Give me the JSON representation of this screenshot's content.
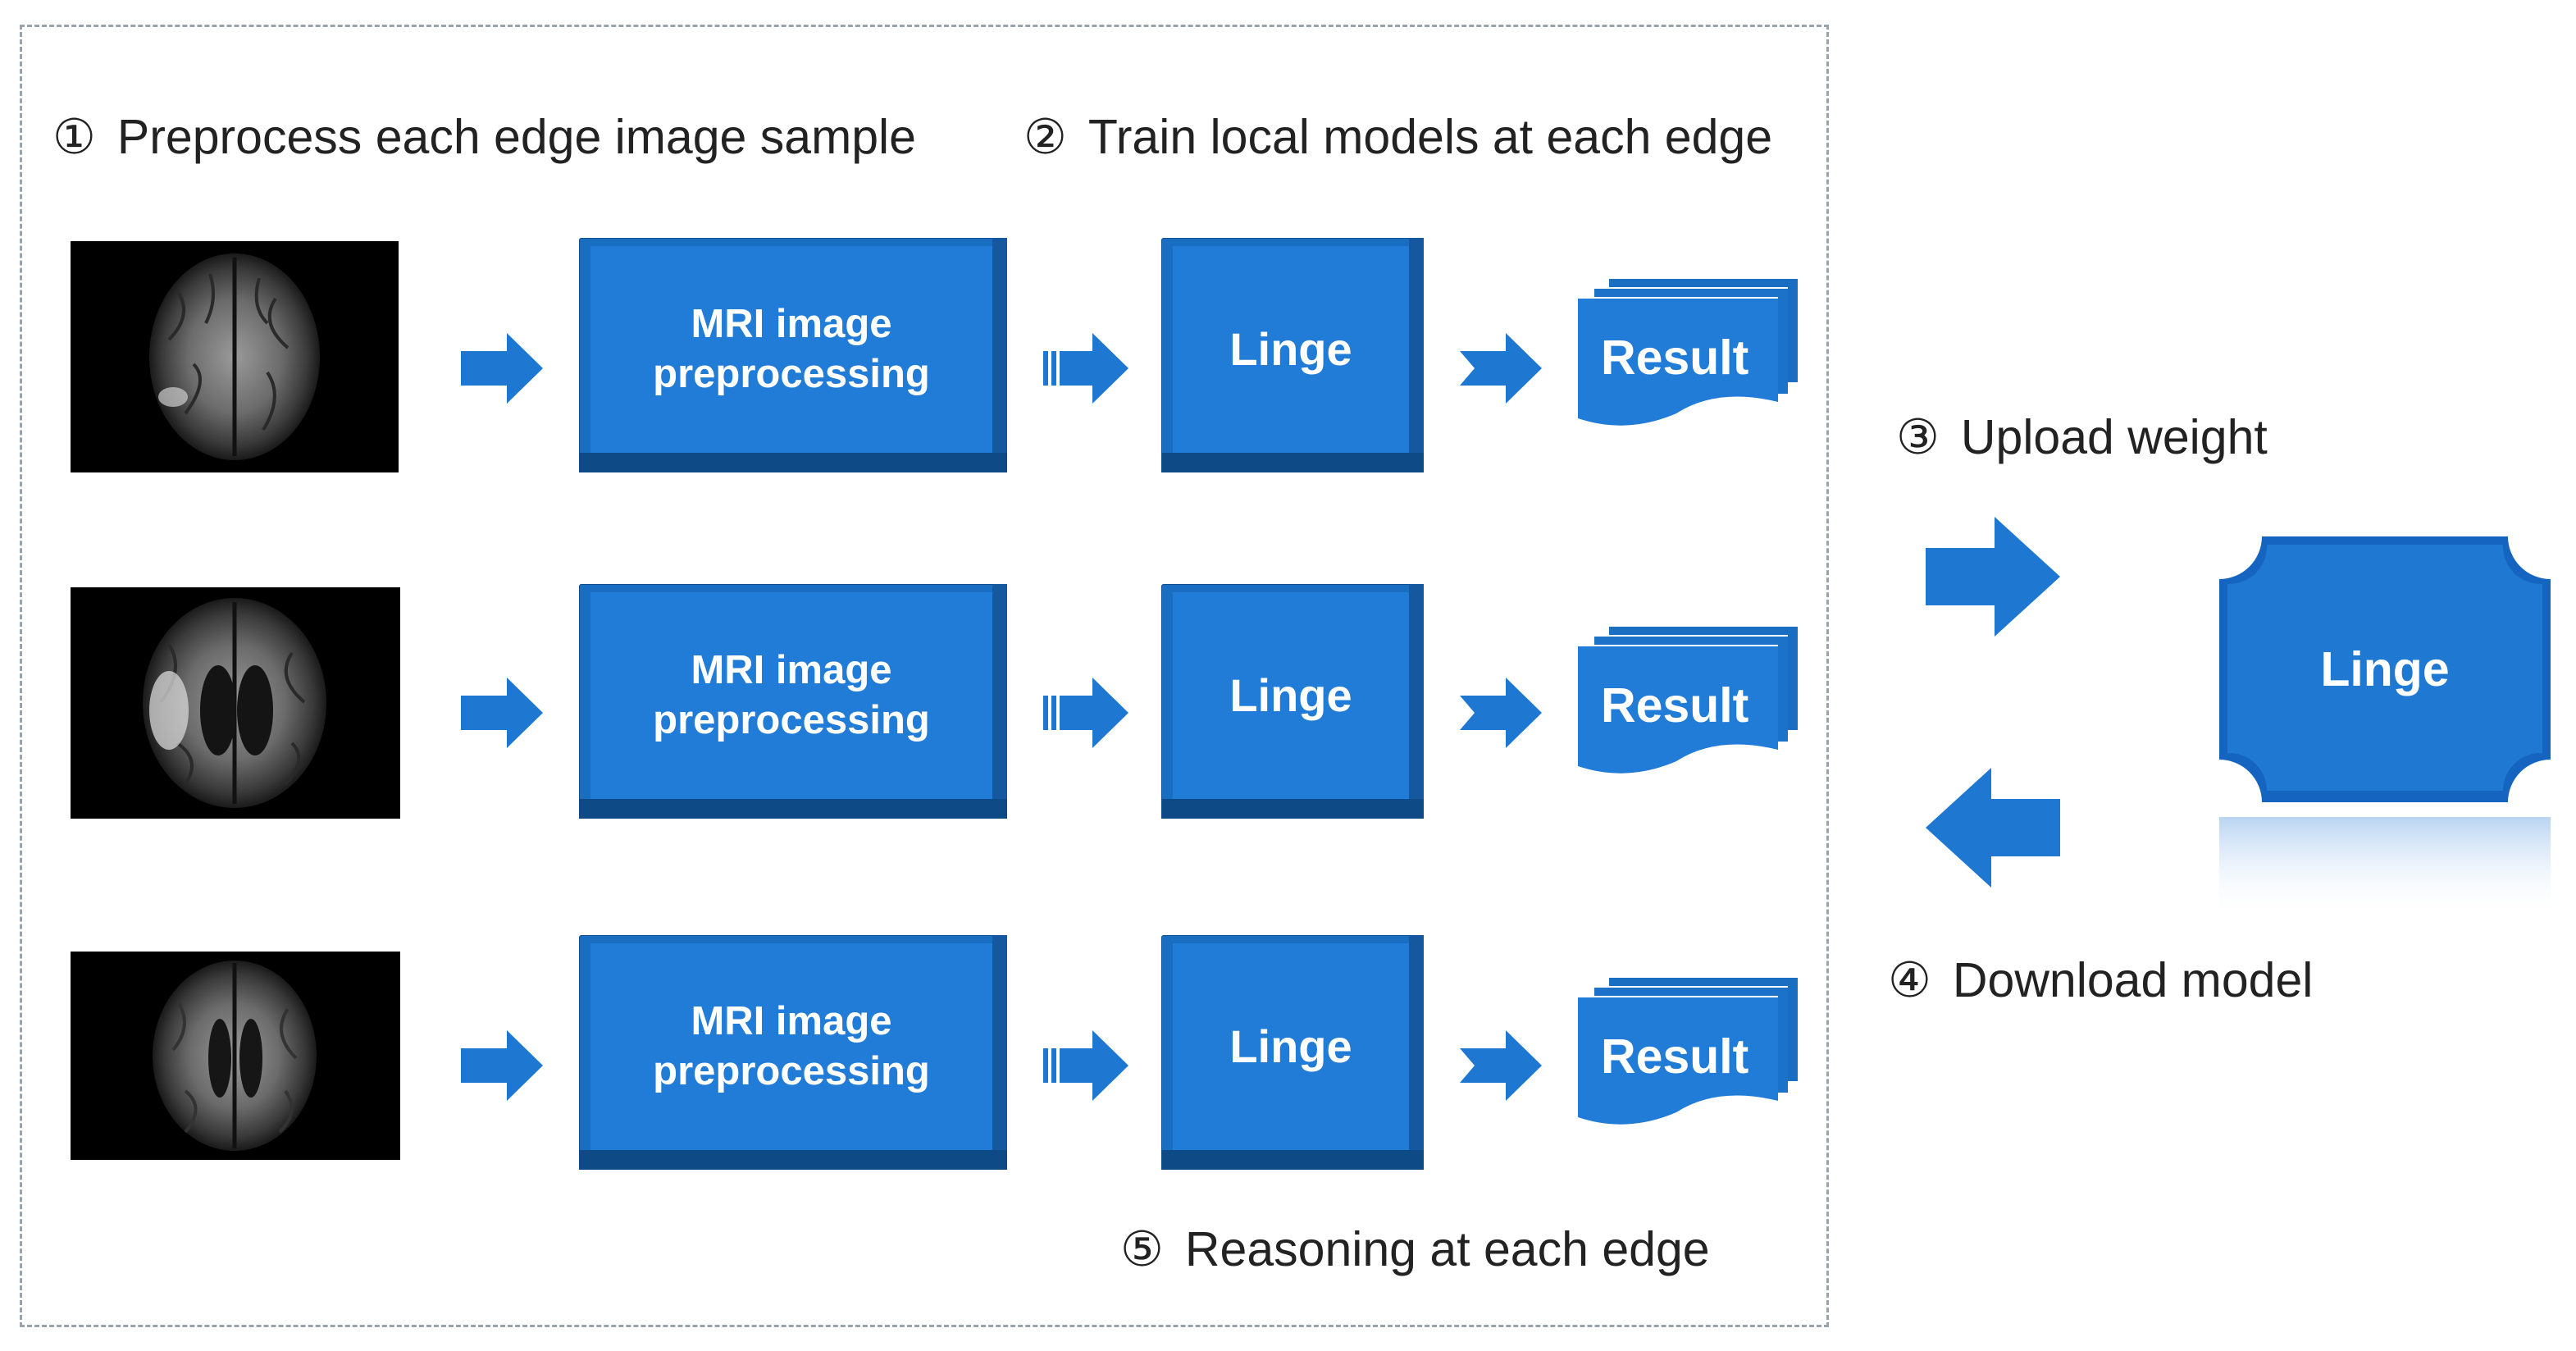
{
  "steps": {
    "s1": {
      "num": "①",
      "text": "Preprocess each edge image sample"
    },
    "s2": {
      "num": "②",
      "text": "Train local models at each edge"
    },
    "s3": {
      "num": "③",
      "text": "Upload weight"
    },
    "s4": {
      "num": "④",
      "text": "Download model"
    },
    "s5": {
      "num": "⑤",
      "text": "Reasoning at each edge"
    }
  },
  "rows": [
    {
      "prep_line1": "MRI image",
      "prep_line2": "preprocessing",
      "model": "Linge",
      "result": "Result"
    },
    {
      "prep_line1": "MRI image",
      "prep_line2": "preprocessing",
      "model": "Linge",
      "result": "Result"
    },
    {
      "prep_line1": "MRI image",
      "prep_line2": "preprocessing",
      "model": "Linge",
      "result": "Result"
    }
  ],
  "server": {
    "model": "Linge"
  },
  "colors": {
    "primary_blue": "#217cd7",
    "dark_blue": "#0d4a86",
    "arrow_blue": "#1e78d2",
    "border_gray": "#9aa3ab"
  },
  "icons": {
    "flow_arrow": "right-arrow-icon",
    "striped_arrow": "striped-right-arrow-icon",
    "chevron_arrow": "chevron-right-arrow-icon",
    "upload_arrow": "upload-arrow-icon",
    "download_arrow": "download-arrow-icon"
  }
}
